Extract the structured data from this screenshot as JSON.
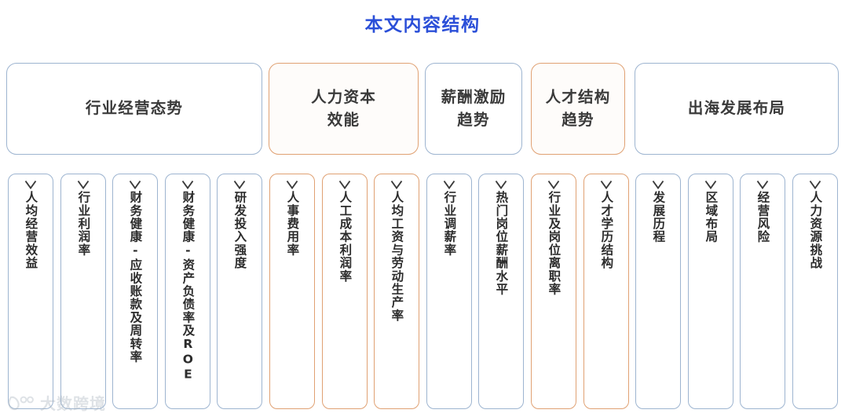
{
  "page": {
    "title": "本文内容结构",
    "title_color": "#2b4fd8",
    "background": "#ffffff",
    "blue_border": "#9db4d0",
    "orange_border": "#e0a173"
  },
  "categories": [
    {
      "label": "行业经营态势",
      "accent": "blue"
    },
    {
      "label": "人力资本\n效能",
      "accent": "orange"
    },
    {
      "label": "薪酬激励\n趋势",
      "accent": "blue"
    },
    {
      "label": "人才结构\n趋势",
      "accent": "orange"
    },
    {
      "label": "出海发展布局",
      "accent": "blue"
    }
  ],
  "items": [
    {
      "label": "人均经营效益",
      "accent": "blue",
      "icon": "chevron-down-icon"
    },
    {
      "label": "行业利润率",
      "accent": "blue",
      "icon": "chevron-down-icon"
    },
    {
      "label": "财务健康-应收账款及周转率",
      "accent": "blue",
      "icon": "chevron-down-icon"
    },
    {
      "label": "财务健康-资产负债率及ROE",
      "accent": "blue",
      "icon": "chevron-down-icon"
    },
    {
      "label": "研发投入强度",
      "accent": "blue",
      "icon": "chevron-down-icon"
    },
    {
      "label": "人事费用率",
      "accent": "orange",
      "icon": "chevron-down-icon"
    },
    {
      "label": "人工成本利润率",
      "accent": "orange",
      "icon": "chevron-down-icon"
    },
    {
      "label": "人均工资与劳动生产率",
      "accent": "orange",
      "icon": "chevron-down-icon"
    },
    {
      "label": "行业调薪率",
      "accent": "blue",
      "icon": "chevron-down-icon"
    },
    {
      "label": "热门岗位薪酬水平",
      "accent": "blue",
      "icon": "chevron-down-icon"
    },
    {
      "label": "行业及岗位离职率",
      "accent": "orange",
      "icon": "chevron-down-icon"
    },
    {
      "label": "人才学历结构",
      "accent": "orange",
      "icon": "chevron-down-icon"
    },
    {
      "label": "发展历程",
      "accent": "blue",
      "icon": "chevron-down-icon"
    },
    {
      "label": "区域布局",
      "accent": "blue",
      "icon": "chevron-down-icon"
    },
    {
      "label": "经营风险",
      "accent": "blue",
      "icon": "chevron-down-icon"
    },
    {
      "label": "人力资源挑战",
      "accent": "blue",
      "icon": "chevron-down-icon"
    }
  ],
  "watermark": {
    "text": "大数跨境"
  }
}
